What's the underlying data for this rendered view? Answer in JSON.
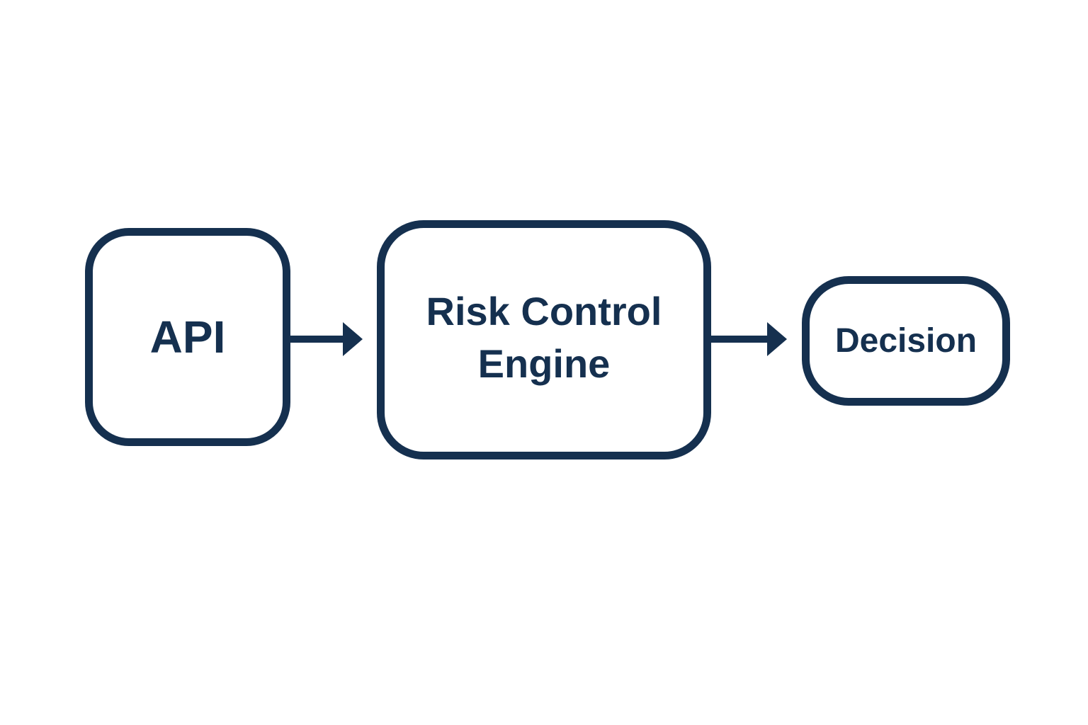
{
  "diagram": {
    "type": "flowchart",
    "direction": "left-to-right",
    "colors": {
      "stroke": "#15304f",
      "text": "#15304f",
      "background": "#ffffff"
    },
    "nodes": [
      {
        "id": "api",
        "label_lines": [
          "API"
        ]
      },
      {
        "id": "engine",
        "label_lines": [
          "Risk Control",
          "Engine"
        ]
      },
      {
        "id": "decision",
        "label_lines": [
          "Decision"
        ]
      }
    ],
    "edges": [
      {
        "from": "api",
        "to": "engine"
      },
      {
        "from": "engine",
        "to": "decision"
      }
    ]
  }
}
